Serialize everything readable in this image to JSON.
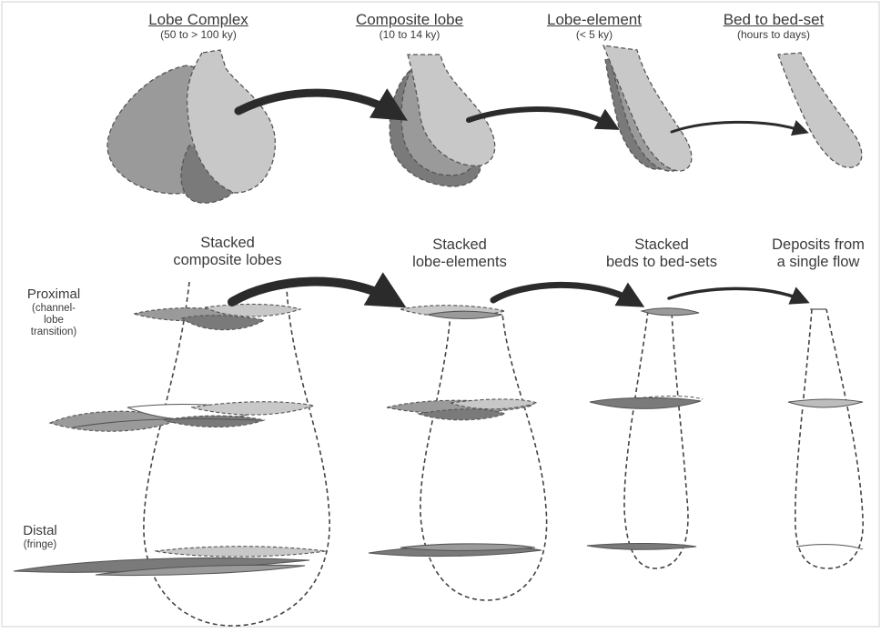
{
  "scales": [
    {
      "title": "Lobe Complex",
      "time": "(50 to > 100 ky)"
    },
    {
      "title": "Composite lobe",
      "time": "(10 to 14 ky)"
    },
    {
      "title": "Lobe-element",
      "time": "(< 5 ky)"
    },
    {
      "title": "Bed to bed-set",
      "time": "(hours to days)"
    }
  ],
  "sections": [
    {
      "line1": "Stacked",
      "line2": "composite lobes"
    },
    {
      "line1": "Stacked",
      "line2": "lobe-elements"
    },
    {
      "line1": "Stacked",
      "line2": "beds to bed-sets"
    },
    {
      "line1": "Deposits from",
      "line2": "a single flow"
    }
  ],
  "positions": {
    "proximal": {
      "label": "Proximal",
      "note1": "(channel-",
      "note2": "lobe",
      "note3": "transition)"
    },
    "distal": {
      "label": "Distal",
      "note1": "(fringe)"
    }
  },
  "colors": {
    "light_gray": "#c8c8c8",
    "mid_gray": "#9a9a9a",
    "dark_gray": "#7a7a7a",
    "outline": "#444444",
    "arrow": "#2b2b2b"
  }
}
